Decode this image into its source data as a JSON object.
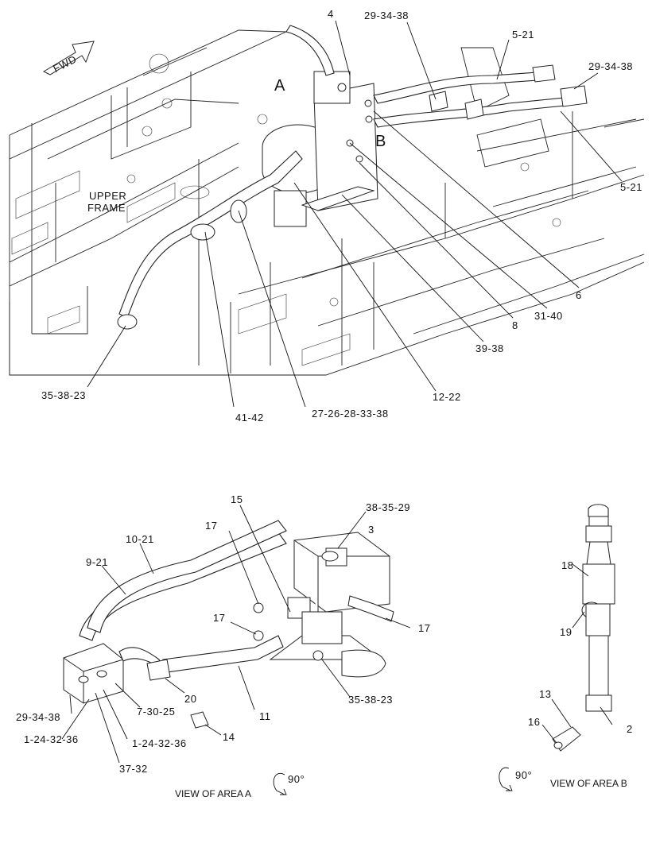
{
  "top_view": {
    "direction_label": "FWD",
    "frame_label": [
      "UPPER",
      "FRAME"
    ],
    "area_letters": [
      "A",
      "B"
    ],
    "callouts": [
      "4",
      "29-34-38",
      "5-21",
      "29-34-38",
      "5-21",
      "6",
      "31-40",
      "8",
      "39-38",
      "12-22",
      "27-26-28-33-38",
      "41-42",
      "35-38-23"
    ]
  },
  "view_a": {
    "title": "VIEW OF AREA A",
    "rotation": "90°",
    "callouts": [
      "15",
      "38-35-29",
      "3",
      "17",
      "10-21",
      "9-21",
      "17",
      "17",
      "20",
      "11",
      "35-38-23",
      "29-34-38",
      "7-30-25",
      "1-24-32-36",
      "1-24-32-36",
      "37-32",
      "14"
    ]
  },
  "view_b": {
    "title": "VIEW OF AREA B",
    "rotation": "90°",
    "callouts": [
      "18",
      "19",
      "13",
      "16",
      "2"
    ]
  }
}
